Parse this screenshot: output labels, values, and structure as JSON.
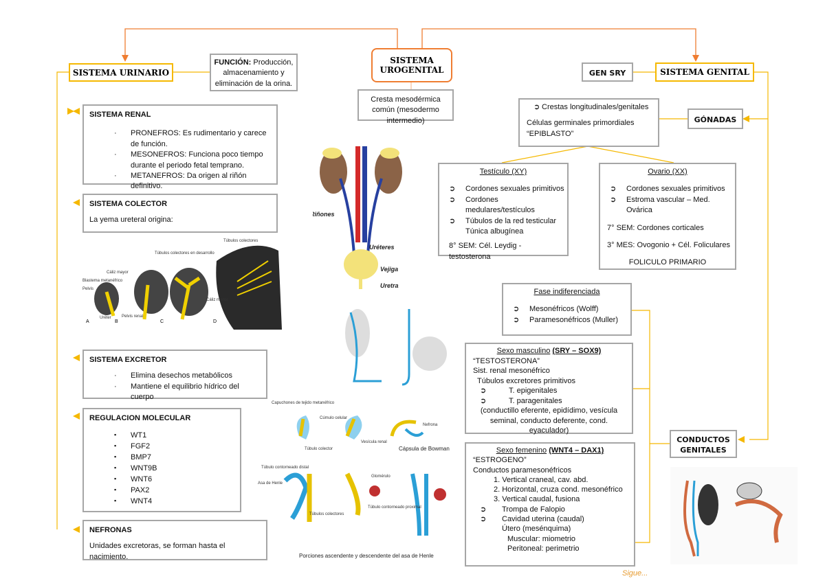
{
  "root": {
    "title": "SISTEMA UROGENITAL",
    "origin": "Cresta mesodérmica común (mesodermo intermedio)"
  },
  "urinario": {
    "title": "SISTEMA URINARIO",
    "funcion_label": "FUNCIÓN:",
    "funcion_text": "Producción, almacenamiento y eliminación de la orina."
  },
  "renal": {
    "title": "SISTEMA RENAL",
    "items": [
      "PRONEFROS: Es rudimentario y carece de función.",
      "MESONEFROS: Funciona poco tiempo durante el periodo fetal temprano.",
      "METANEFROS: Da origen al riñón definitivo."
    ]
  },
  "colector": {
    "title": "SISTEMA COLECTOR",
    "text": "La yema ureteral origina:"
  },
  "excretor": {
    "title": "SISTEMA EXCRETOR",
    "items": [
      "Elimina desechos metabólicos",
      "Mantiene el equilibrio hídrico del cuerpo"
    ]
  },
  "regulacion": {
    "title": "REGULACION MOLECULAR",
    "items": [
      "WT1",
      "FGF2",
      "BMP7",
      "WNT9B",
      "WNT6",
      "PAX2",
      "WNT4"
    ]
  },
  "nefronas": {
    "title": "NEFRONAS",
    "text": "Unidades excretoras, se forman hasta el nacimiento."
  },
  "genital": {
    "title": "SISTEMA GENITAL",
    "gen": "GEN SRY",
    "gonadas": "GÓNADAS",
    "conductos": "CONDUCTOS GENITALES"
  },
  "crestas": {
    "item": "Crestas longitudinales/genitales",
    "line1": "Células germinales primordiales",
    "line2": "“EPIBLASTO”"
  },
  "testiculo": {
    "title": "Testículo (XY)",
    "items": [
      "Cordones sexuales primitivos",
      "Cordones medulares/testículos",
      "Túbulos de la red testicular"
    ],
    "extra": "Túnica albugínea",
    "note": "8° SEM: Cél. Leydig - testosterona"
  },
  "ovario": {
    "title": "Ovario (XX)",
    "items": [
      "Cordones sexuales primitivos",
      "Estroma vascular – Med. Ovárica"
    ],
    "note1": "7° SEM: Cordones corticales",
    "note2": "3° MES: Ovogonio + Cél. Foliculares",
    "note3": "FOLICULO PRIMARIO"
  },
  "fase": {
    "title": "Fase indiferenciada",
    "items": [
      "Mesonéfricos (Wolff)",
      "Paramesonéfricos (Muller)"
    ]
  },
  "masculino": {
    "title": "Sexo masculino",
    "genes": "(SRY – SOX9)",
    "l1": "“TESTOSTERONA”",
    "l2": "Sist. renal mesonéfrico",
    "l3": "Túbulos excretores primitivos",
    "items": [
      "T. epigenitales",
      "T. paragenitales"
    ],
    "l4": "(conductillo eferente, epidídimo, vesícula seminal, conducto deferente, cond. eyaculador)"
  },
  "femenino": {
    "title": "Sexo femenino",
    "genes": "(WNT4 – DAX1)",
    "l1": "“ESTROGENO”",
    "l2": "Conductos paramesonéfricos",
    "steps": [
      "1.  Vertical craneal, cav. abd.",
      "2.  Horizontal, cruza cond. mesonéfrico",
      "3.  Vertical caudal, fusiona"
    ],
    "items": [
      "Trompa de Falopio",
      "Cavidad uterina (caudal)"
    ],
    "l3": "Útero (mesénquima)",
    "l4": "Muscular: miometrio",
    "l5": "Peritoneal: perimetrio"
  },
  "figures": {
    "kidney": [
      "Riñones",
      "Uréteres",
      "Vejiga",
      "Uretra"
    ],
    "colector": [
      "Túbulos colectores",
      "Túbulos colectores en desarrollo",
      "Cáliz mayor",
      "Blastema metanéfrico",
      "Pelvis",
      "Uréter",
      "Pelvis renal",
      "Cáliz menor",
      "A",
      "B",
      "C",
      "D"
    ],
    "nefron": [
      "Capuchones de tejido metanéfrico",
      "Cúmulo celular",
      "Vesícula renal",
      "Nefrona",
      "Túbulo colector",
      "Cápsula de Bowman",
      "Túbulo contorneado distal",
      "Asa de Henle",
      "Glomérulo",
      "Túbulos colectores",
      "Túbulo contorneado proximal",
      "Porciones ascendente y descendente del asa de Henle"
    ]
  },
  "footer": "Sigue...",
  "colors": {
    "yellow": "#f5b800",
    "orange": "#ef7d31",
    "border": "#a6a6a6"
  }
}
